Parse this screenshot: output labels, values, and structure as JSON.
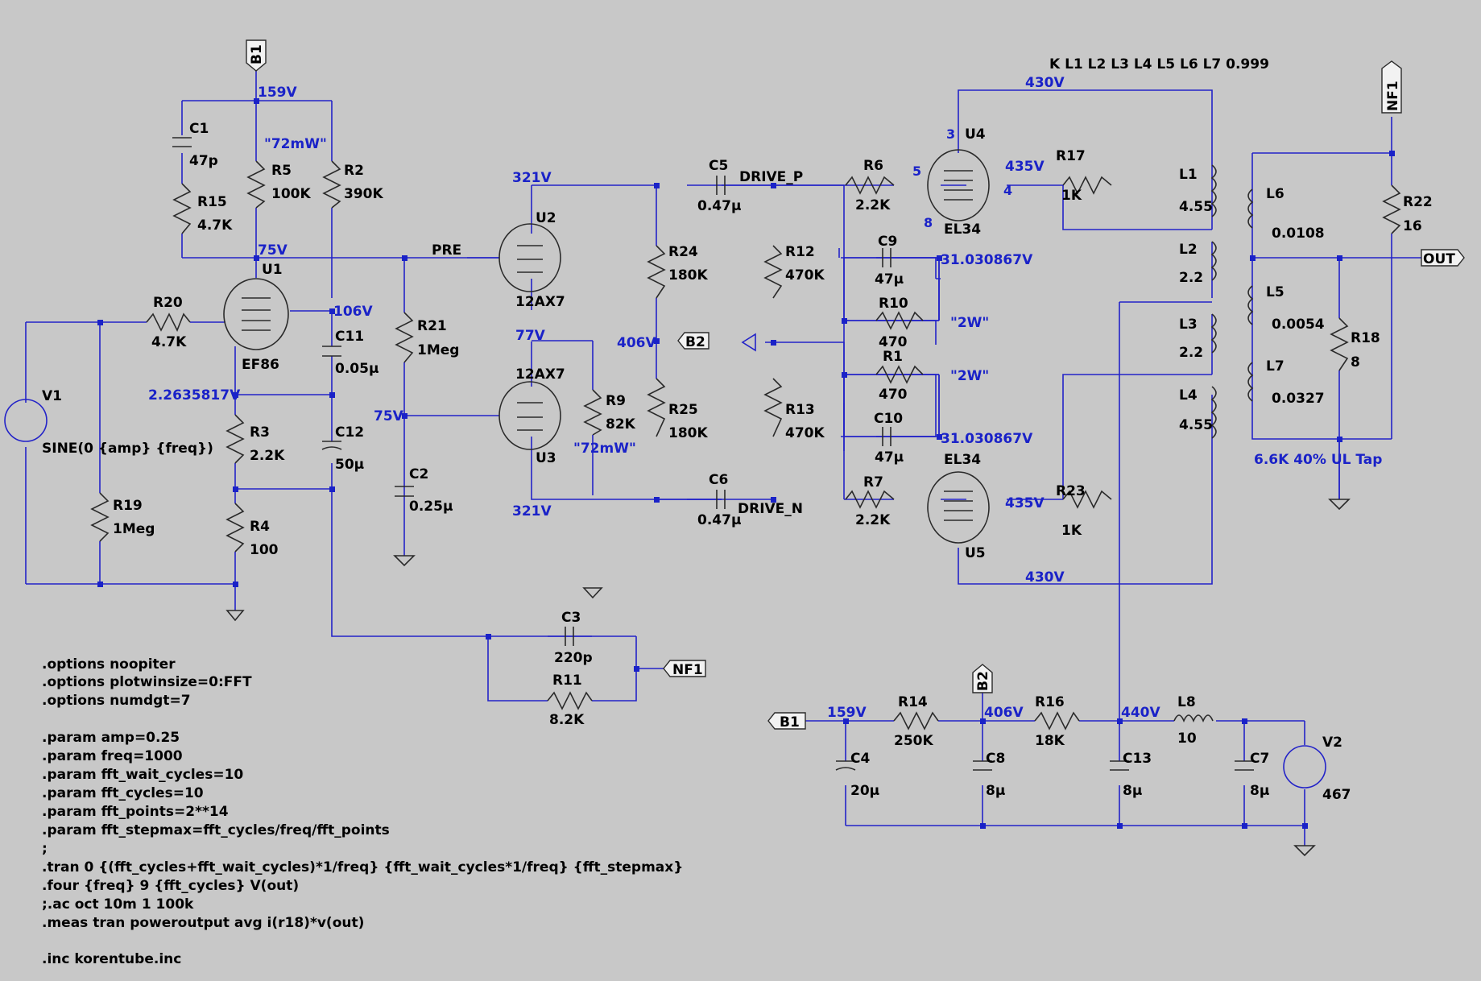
{
  "directive_top": "K L1 L2 L3 L4 L5 L6 L7  0.999",
  "flags": {
    "b1": "B1",
    "b2": "B2",
    "nf1": "NF1",
    "out": "OUT"
  },
  "nets": {
    "pre": "PRE",
    "drive_p": "DRIVE_P",
    "drive_n": "DRIVE_N"
  },
  "voltages": {
    "v159_top": "159V",
    "v75_u1": "75V",
    "v106": "106V",
    "v2263": "2.2635817V",
    "v321_top": "321V",
    "v77": "77V",
    "v75_u3": "75V",
    "v406_mid": "406V",
    "v321_bot": "321V",
    "v430_top": "430V",
    "v435_top": "435V",
    "v31_top": "31.030867V",
    "v31_bot": "31.030867V",
    "v435_bot": "435V",
    "v430_bot": "430V",
    "v159_sup": "159V",
    "v406_sup": "406V",
    "v440_sup": "440V"
  },
  "annotations": {
    "p72_a": "\"72mW\"",
    "p72_b": "\"72mW\"",
    "p2w_a": "\"2W\"",
    "p2w_b": "\"2W\"",
    "transformer": "6.6K 40% UL Tap"
  },
  "components": {
    "c1": {
      "name": "C1",
      "value": "47p"
    },
    "r15": {
      "name": "R15",
      "value": "4.7K"
    },
    "r5": {
      "name": "R5",
      "value": "100K"
    },
    "r2": {
      "name": "R2",
      "value": "390K"
    },
    "u1": {
      "name": "U1",
      "value": "EF86"
    },
    "r20": {
      "name": "R20",
      "value": "4.7K"
    },
    "v1": {
      "name": "V1",
      "value": "SINE(0 {amp} {freq})"
    },
    "r19": {
      "name": "R19",
      "value": "1Meg"
    },
    "r3": {
      "name": "R3",
      "value": "2.2K"
    },
    "r4": {
      "name": "R4",
      "value": "100"
    },
    "c11": {
      "name": "C11",
      "value": "0.05μ"
    },
    "c12": {
      "name": "C12",
      "value": "50μ"
    },
    "r21": {
      "name": "R21",
      "value": "1Meg"
    },
    "c2": {
      "name": "C2",
      "value": "0.25μ"
    },
    "u2": {
      "name": "U2",
      "value": "12AX7"
    },
    "u3": {
      "name": "U3",
      "value": "12AX7"
    },
    "r9": {
      "name": "R9",
      "value": "82K"
    },
    "c5": {
      "name": "C5",
      "value": "0.47μ"
    },
    "c6": {
      "name": "C6",
      "value": "0.47μ"
    },
    "r24": {
      "name": "R24",
      "value": "180K"
    },
    "r25": {
      "name": "R25",
      "value": "180K"
    },
    "r12": {
      "name": "R12",
      "value": "470K"
    },
    "r13": {
      "name": "R13",
      "value": "470K"
    },
    "r6": {
      "name": "R6",
      "value": "2.2K"
    },
    "r7": {
      "name": "R7",
      "value": "2.2K"
    },
    "c9": {
      "name": "C9",
      "value": "47μ"
    },
    "c10": {
      "name": "C10",
      "value": "47μ"
    },
    "r10": {
      "name": "R10",
      "value": "470"
    },
    "r1": {
      "name": "R1",
      "value": "470"
    },
    "u4": {
      "name": "U4",
      "value": "EL34"
    },
    "u5": {
      "name": "U5",
      "value": "EL34"
    },
    "r17": {
      "name": "R17",
      "value": "1K"
    },
    "r23": {
      "name": "R23",
      "value": "1K"
    },
    "l1": {
      "name": "L1",
      "value": "4.55"
    },
    "l2": {
      "name": "L2",
      "value": "2.2"
    },
    "l3": {
      "name": "L3",
      "value": "2.2"
    },
    "l4": {
      "name": "L4",
      "value": "4.55"
    },
    "l5": {
      "name": "L5",
      "value": "0.0054"
    },
    "l6": {
      "name": "L6",
      "value": "0.0108"
    },
    "l7": {
      "name": "L7",
      "value": "0.0327"
    },
    "r18": {
      "name": "R18",
      "value": "8"
    },
    "r22": {
      "name": "R22",
      "value": "16"
    },
    "c3": {
      "name": "C3",
      "value": "220p"
    },
    "r11": {
      "name": "R11",
      "value": "8.2K"
    },
    "c4": {
      "name": "C4",
      "value": "20μ"
    },
    "r14": {
      "name": "R14",
      "value": "250K"
    },
    "c8": {
      "name": "C8",
      "value": "8μ"
    },
    "r16": {
      "name": "R16",
      "value": "18K"
    },
    "c13": {
      "name": "C13",
      "value": "8μ"
    },
    "l8": {
      "name": "L8",
      "value": "10"
    },
    "c7": {
      "name": "C7",
      "value": "8μ"
    },
    "v2": {
      "name": "V2",
      "value": "467"
    }
  },
  "pins": {
    "u4_p3": "3",
    "u4_p5": "5",
    "u4_p4": "4",
    "u4_p8": "8"
  },
  "spice": [
    ".options noopiter",
    ".options plotwinsize=0:FFT",
    ".options numdgt=7",
    "",
    ".param amp=0.25",
    ".param freq=1000",
    ".param fft_wait_cycles=10",
    ".param fft_cycles=10",
    ".param fft_points=2**14",
    ".param fft_stepmax=fft_cycles/freq/fft_points",
    ";",
    ".tran 0 {(fft_cycles+fft_wait_cycles)*1/freq} {fft_wait_cycles*1/freq} {fft_stepmax}",
    ".four {freq} 9 {fft_cycles} V(out)",
    ";.ac oct 10m 1 100k",
    ".meas tran poweroutput avg i(r18)*v(out)",
    "",
    ".inc korentube.inc"
  ],
  "colors": {
    "wire": "#2323c8",
    "background": "#c8c8c8"
  }
}
